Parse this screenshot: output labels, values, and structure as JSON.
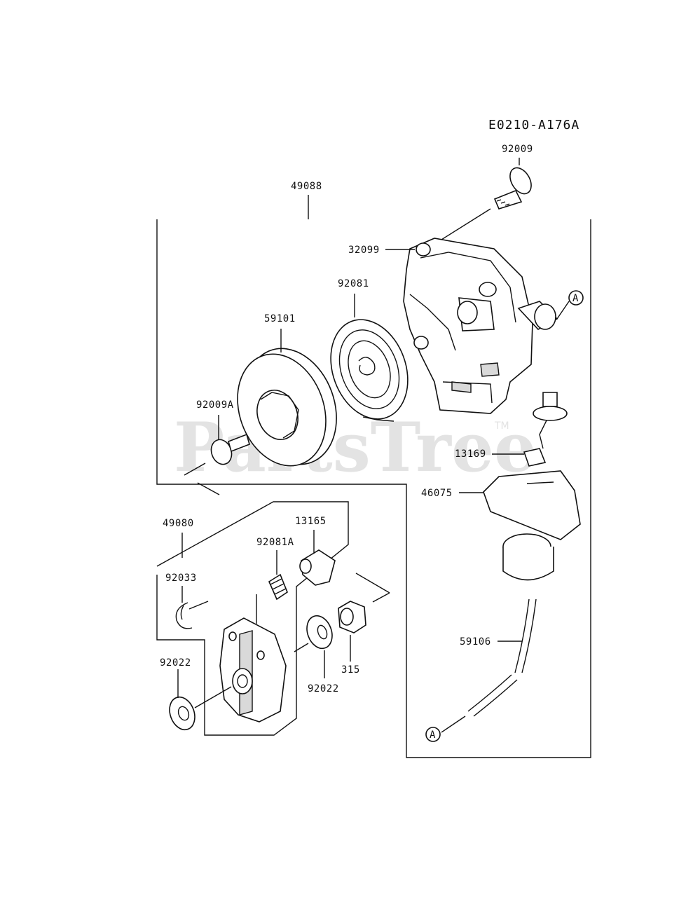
{
  "diagram_code": "E0210-A176A",
  "watermark": {
    "text": "PartsTree",
    "trademark": "TM"
  },
  "callout_letter": "A",
  "parts": {
    "p92009": "92009",
    "p49088": "49088",
    "p32099": "32099",
    "p92081": "92081",
    "p59101": "59101",
    "p92009A": "92009A",
    "p13169": "13169",
    "p46075": "46075",
    "p49080": "49080",
    "p13165": "13165",
    "p92081A": "92081A",
    "p92033": "92033",
    "p92022a": "92022",
    "p92022b": "92022",
    "p315": "315",
    "p59106": "59106"
  }
}
